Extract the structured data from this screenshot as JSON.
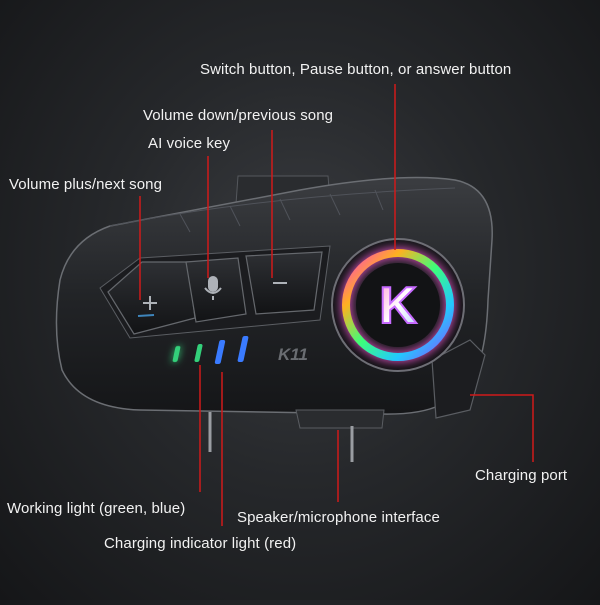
{
  "labels": {
    "switch_button": "Switch button, Pause button, or answer button",
    "volume_down": "Volume down/previous song",
    "ai_voice": "AI voice key",
    "volume_up": "Volume plus/next song",
    "charging_port": "Charging port",
    "working_light": "Working light (green, blue)",
    "speaker_interface": "Speaker/microphone interface",
    "charging_indicator": "Charging indicator light (red)"
  },
  "device": {
    "model": "K11",
    "logo_letter": "K"
  },
  "colors": {
    "background": "#26282b",
    "body": "#1f2023",
    "leader_line": "#d01a1a",
    "label_text": "#f2f2f2",
    "green_light": "#33d07a",
    "blue_light": "#3a7bff"
  },
  "icons": {
    "plus": "plus-icon",
    "mic": "microphone-icon",
    "minus": "minus-icon"
  }
}
